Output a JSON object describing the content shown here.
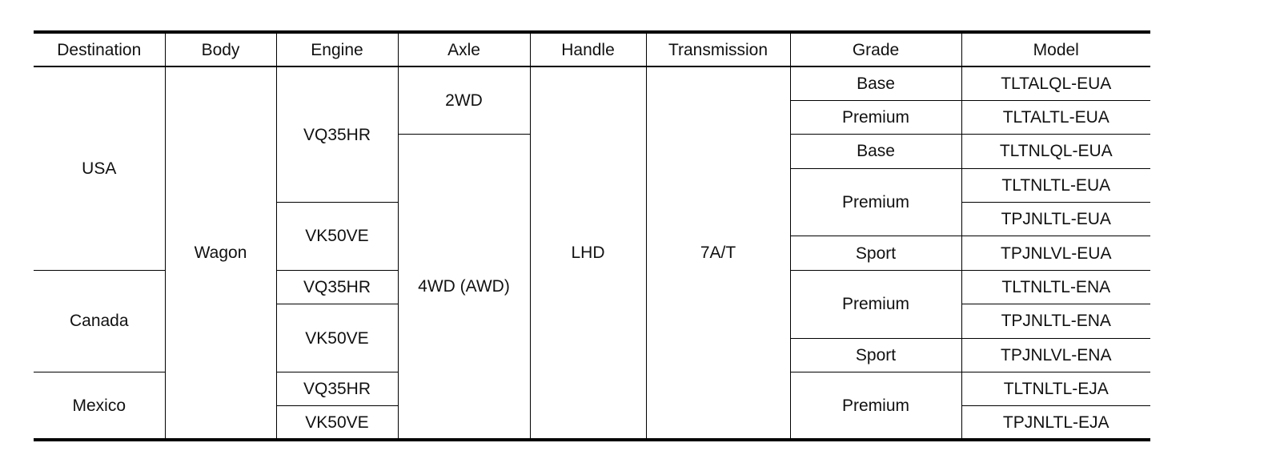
{
  "headers": [
    "Destination",
    "Body",
    "Engine",
    "Axle",
    "Handle",
    "Transmission",
    "Grade",
    "Model"
  ],
  "destinations": [
    "USA",
    "Canada",
    "Mexico"
  ],
  "body": "Wagon",
  "engines": [
    "VQ35HR",
    "VK50VE",
    "VQ35HR",
    "VK50VE",
    "VQ35HR",
    "VK50VE"
  ],
  "axles": [
    "2WD",
    "4WD (AWD)"
  ],
  "handle": "LHD",
  "transmission": "7A/T",
  "grades": [
    "Base",
    "Premium",
    "Base",
    "Premium",
    "Sport",
    "Premium",
    "Sport",
    "Premium"
  ],
  "models": [
    "TLTALQL-EUA",
    "TLTALTL-EUA",
    "TLTNLQL-EUA",
    "TLTNLTL-EUA",
    "TPJNLTL-EUA",
    "TPJNLVL-EUA",
    "TLTNLTL-ENA",
    "TPJNLTL-ENA",
    "TPJNLVL-ENA",
    "TLTNLTL-EJA",
    "TPJNLTL-EJA"
  ]
}
